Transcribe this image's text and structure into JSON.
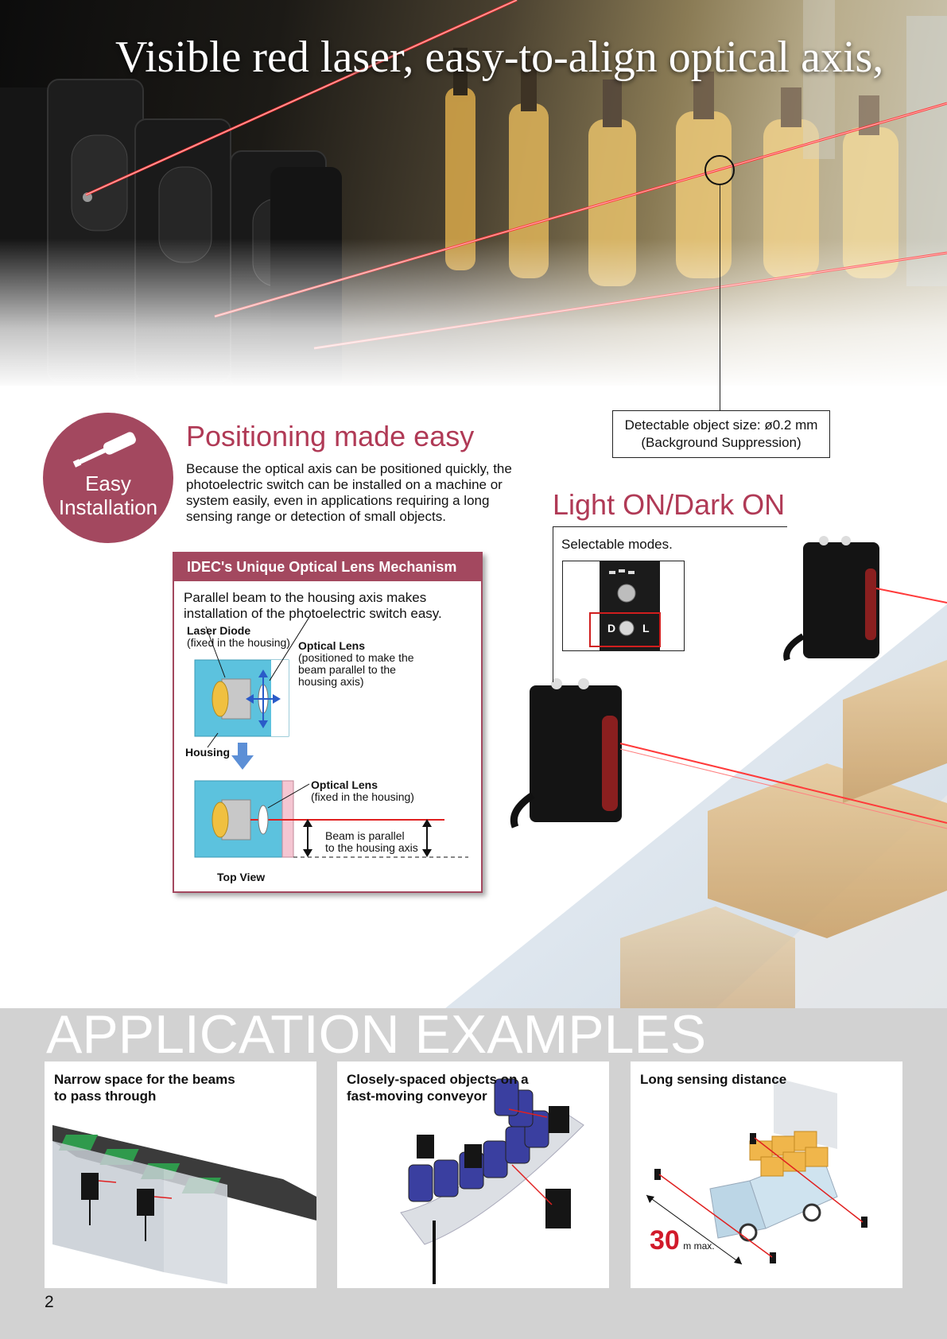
{
  "hero": {
    "title": "Visible red laser, easy-to-align optical axis,"
  },
  "callout": {
    "line1": "Detectable object size: ø0.2 mm",
    "line2": "(Background Suppression)"
  },
  "badge": {
    "line1": "Easy",
    "line2": "Installation",
    "icon": "screwdriver-icon"
  },
  "positioning": {
    "title": "Positioning made easy",
    "body": "Because the optical axis can be positioned quickly, the photoelectric switch can be installed on a machine or system easily, even in applications requiring a long sensing range or detection of small objects."
  },
  "lens_box": {
    "header": "IDEC's Unique Optical Lens Mechanism",
    "intro": "Parallel beam to the housing axis makes installation of the photoelectric switch easy.",
    "laser_diode": "Laser Diode",
    "laser_diode_note": "(fixed in the housing)",
    "optical_lens_1": "Optical Lens",
    "optical_lens_1_note1": "(positioned to make the",
    "optical_lens_1_note2": "beam parallel to the",
    "optical_lens_1_note3": "housing axis)",
    "housing": "Housing",
    "optical_lens_2": "Optical Lens",
    "optical_lens_2_note": "(fixed in the housing)",
    "beam_note1": "Beam is parallel",
    "beam_note2": "to the housing axis",
    "top_view": "Top View"
  },
  "light_dark": {
    "title": "Light ON/Dark ON",
    "subtitle": "Selectable modes.",
    "dial_left": "D",
    "dial_right": "L"
  },
  "applications": {
    "title": "APPLICATION EXAMPLES",
    "cards": [
      {
        "title": "Narrow space for the beams to pass through"
      },
      {
        "title": "Closely-spaced objects on a fast-moving conveyor"
      },
      {
        "title": "Long sensing distance",
        "distance": "30",
        "unit": "m max."
      }
    ]
  },
  "page_number": "2",
  "colors": {
    "accent": "#a3485f",
    "heading": "#b03a56",
    "laser": "#ff3030"
  }
}
